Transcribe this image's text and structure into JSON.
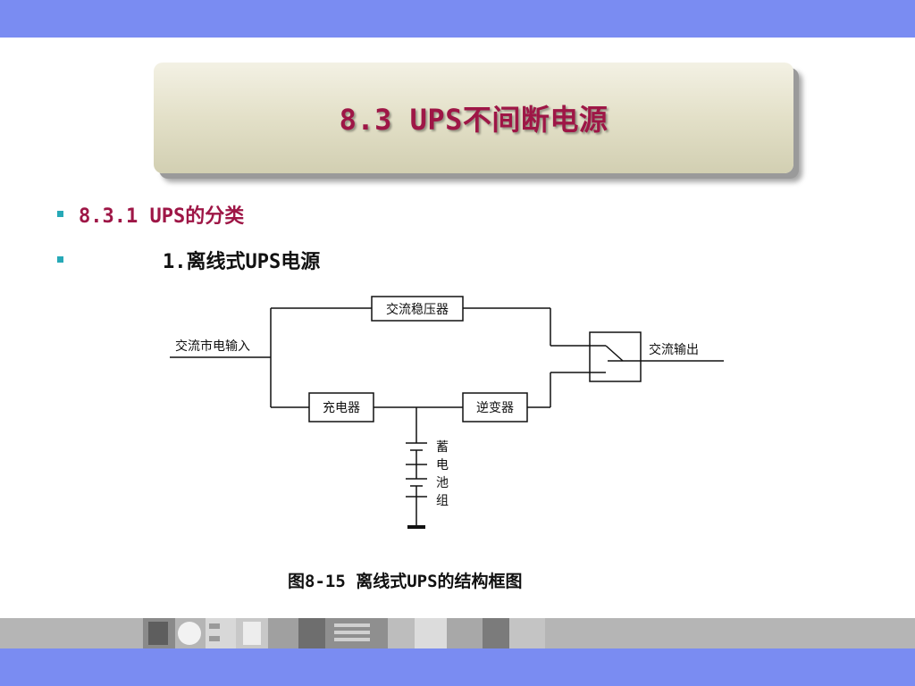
{
  "title": "8.3 UPS不间断电源",
  "bullets": [
    {
      "text": "8.3.1 UPS的分类"
    },
    {
      "text": "1.离线式UPS电源"
    }
  ],
  "diagram": {
    "input_label": "交流市电输入",
    "regulator": "交流稳压器",
    "charger": "充电器",
    "inverter": "逆变器",
    "output_label": "交流输出",
    "battery": [
      "蓄",
      "电",
      "池",
      "组"
    ]
  },
  "caption": "图8-15 离线式UPS的结构框图",
  "colors": {
    "band": "#7a8cf2",
    "title_text": "#9e1646",
    "bullet": "#27a9b7"
  }
}
